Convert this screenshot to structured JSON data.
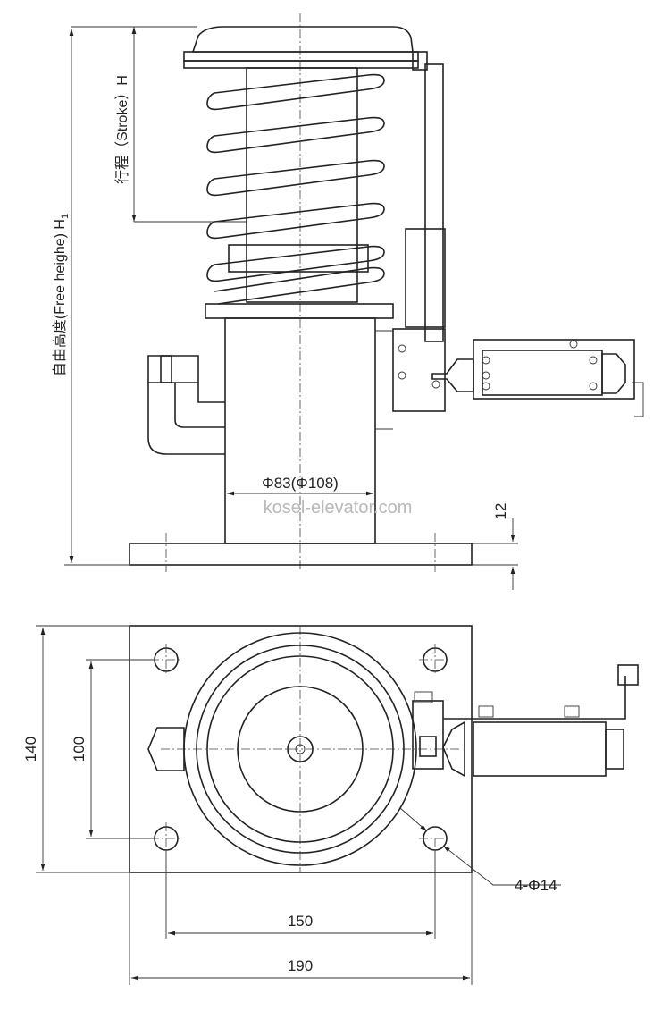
{
  "watermark": "kosel-elevator.com",
  "labels": {
    "stroke": "行程（Stroke）H",
    "free_height": "自由高度(Free heighe) H",
    "free_height_sub": "1",
    "bore": "Φ83(Φ108)",
    "base_thickness": "12",
    "holes": "4-Φ14",
    "depth_outer": "140",
    "depth_inner": "100",
    "width_inner": "150",
    "width_outer": "190"
  }
}
